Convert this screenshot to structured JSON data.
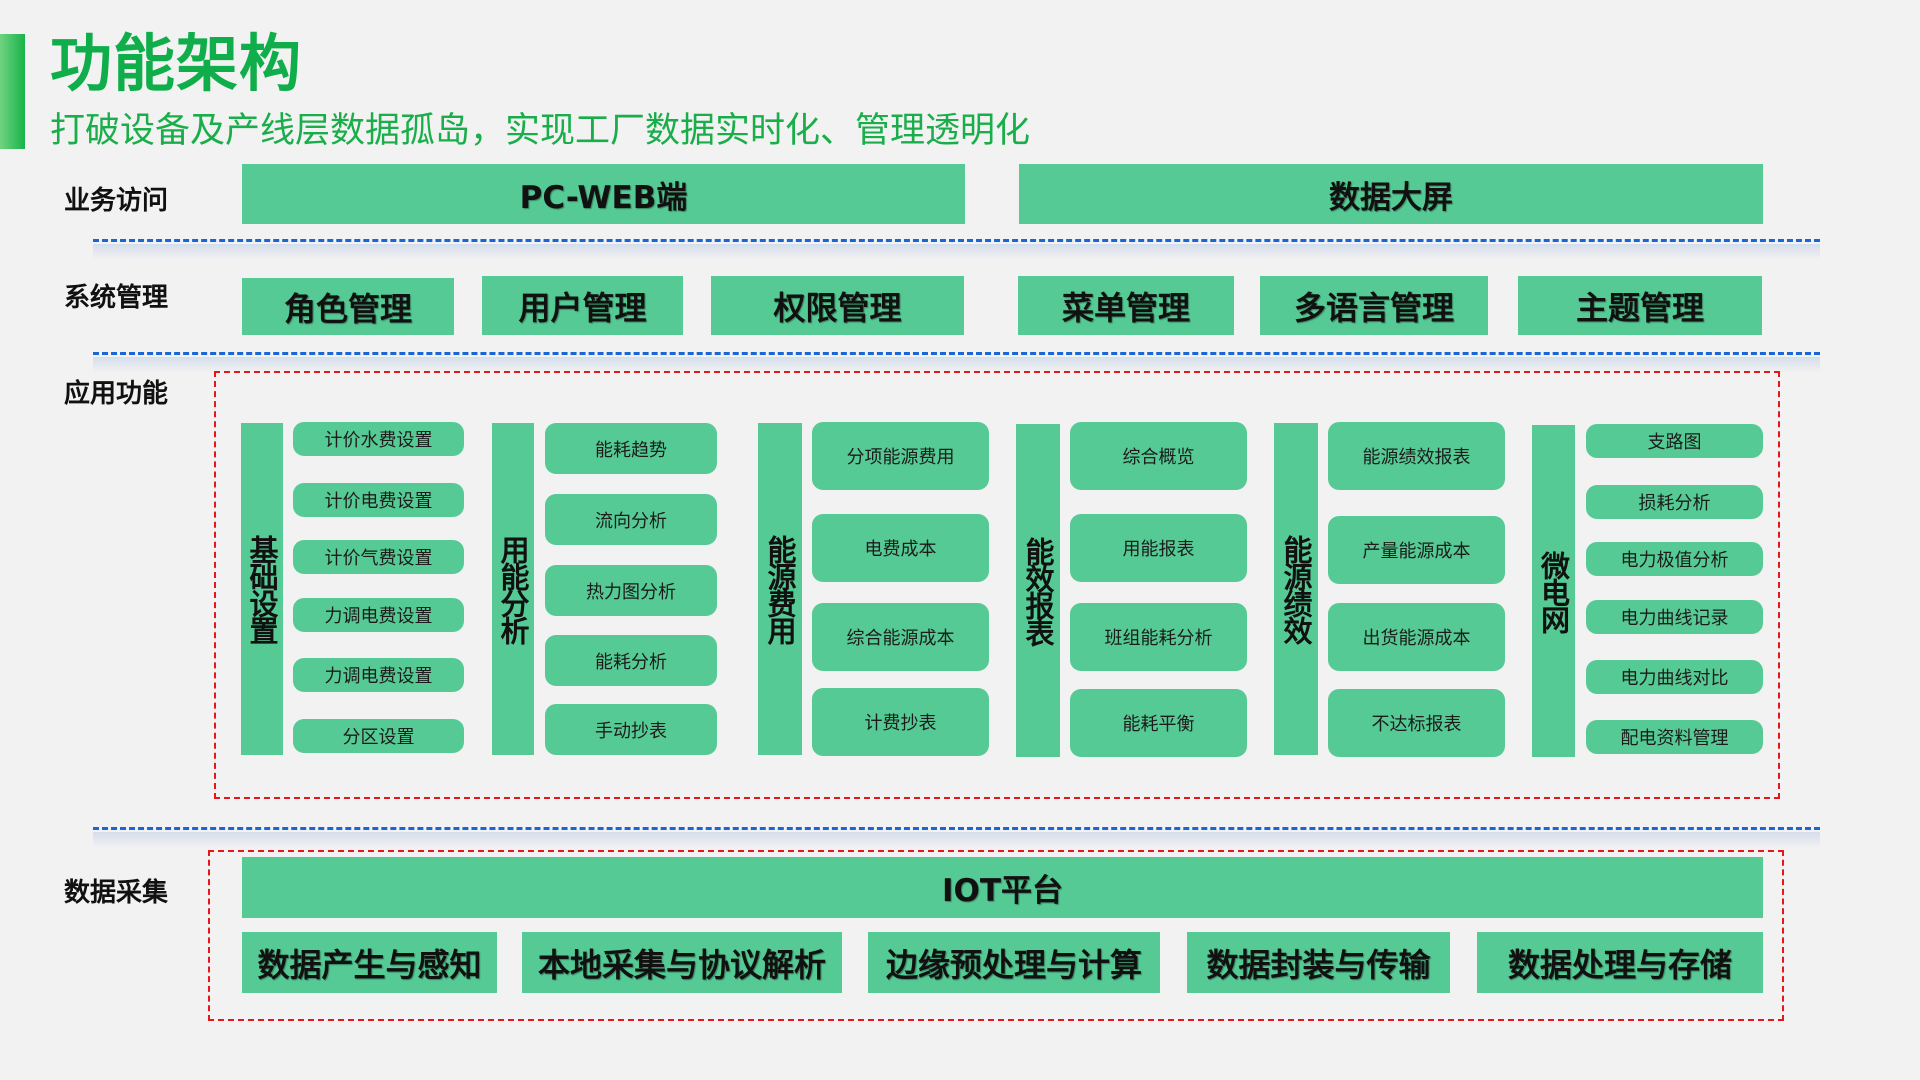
{
  "header": {
    "title": "功能架构",
    "subtitle": "打破设备及产线层数据孤岛，实现工厂数据实时化、管理透明化"
  },
  "rows": {
    "business_access": {
      "label": "业务访问",
      "items": [
        "PC-WEB端",
        "数据大屏"
      ]
    },
    "system_management": {
      "label": "系统管理",
      "items": [
        "角色管理",
        "用户管理",
        "权限管理",
        "菜单管理",
        "多语言管理",
        "主题管理"
      ]
    },
    "app_functions": {
      "label": "应用功能",
      "groups": [
        {
          "title": "基础设置",
          "items": [
            "计价水费设置",
            "计价电费设置",
            "计价气费设置",
            "力调电费设置",
            "力调电费设置",
            "分区设置"
          ]
        },
        {
          "title": "用能分析",
          "items": [
            "能耗趋势",
            "流向分析",
            "热力图分析",
            "能耗分析",
            "手动抄表"
          ]
        },
        {
          "title": "能源费用",
          "items": [
            "分项能源费用",
            "电费成本",
            "综合能源成本",
            "计费抄表"
          ]
        },
        {
          "title": "能效报表",
          "items": [
            "综合概览",
            "用能报表",
            "班组能耗分析",
            "能耗平衡"
          ]
        },
        {
          "title": "能源绩效",
          "items": [
            "能源绩效报表",
            "产量能源成本",
            "出货能源成本",
            "不达标报表"
          ]
        },
        {
          "title": "微电网",
          "items": [
            "支路图",
            "损耗分析",
            "电力极值分析",
            "电力曲线记录",
            "电力曲线对比",
            "配电资料管理"
          ]
        }
      ]
    },
    "data_collection": {
      "label": "数据采集",
      "platform": "IOT平台",
      "items": [
        "数据产生与感知",
        "本地采集与协议解析",
        "边缘预处理与计算",
        "数据封装与传输",
        "数据处理与存储"
      ]
    }
  },
  "colors": {
    "title_green": "#0fae4b",
    "box_green": "#55ca94",
    "separator_blue": "#1a66d6",
    "frame_red": "#e8161b",
    "background": "#f2f2f2"
  }
}
